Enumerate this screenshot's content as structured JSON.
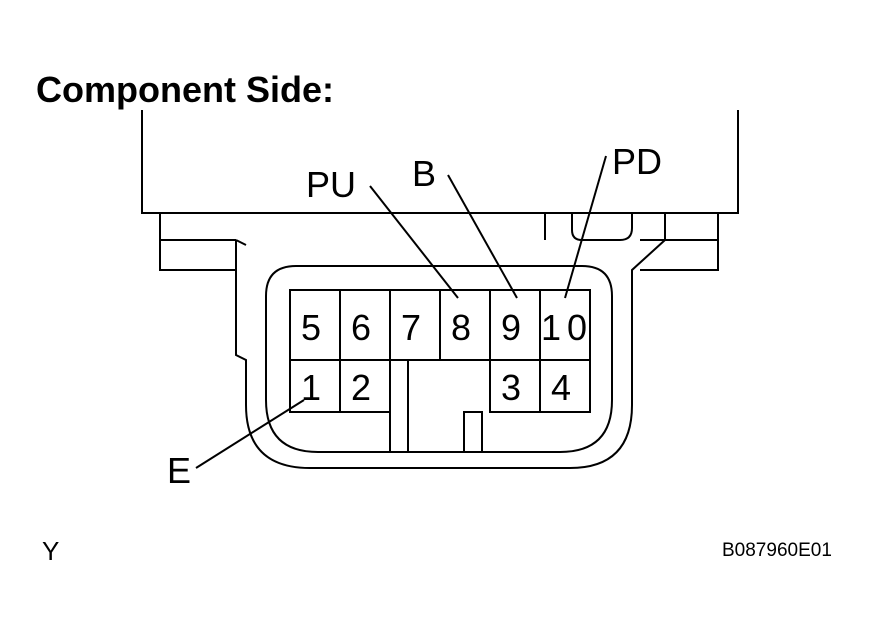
{
  "title": "Component Side:",
  "callouts": {
    "pu": "PU",
    "b": "B",
    "pd": "PD",
    "e": "E"
  },
  "pins": {
    "top_row": [
      "5",
      "6",
      "7",
      "8",
      "9",
      "10"
    ],
    "bottom_left": [
      "1",
      "2"
    ],
    "bottom_right": [
      "3",
      "4"
    ]
  },
  "footer": {
    "left_mark": "Y",
    "figure_code": "B087960E01"
  }
}
